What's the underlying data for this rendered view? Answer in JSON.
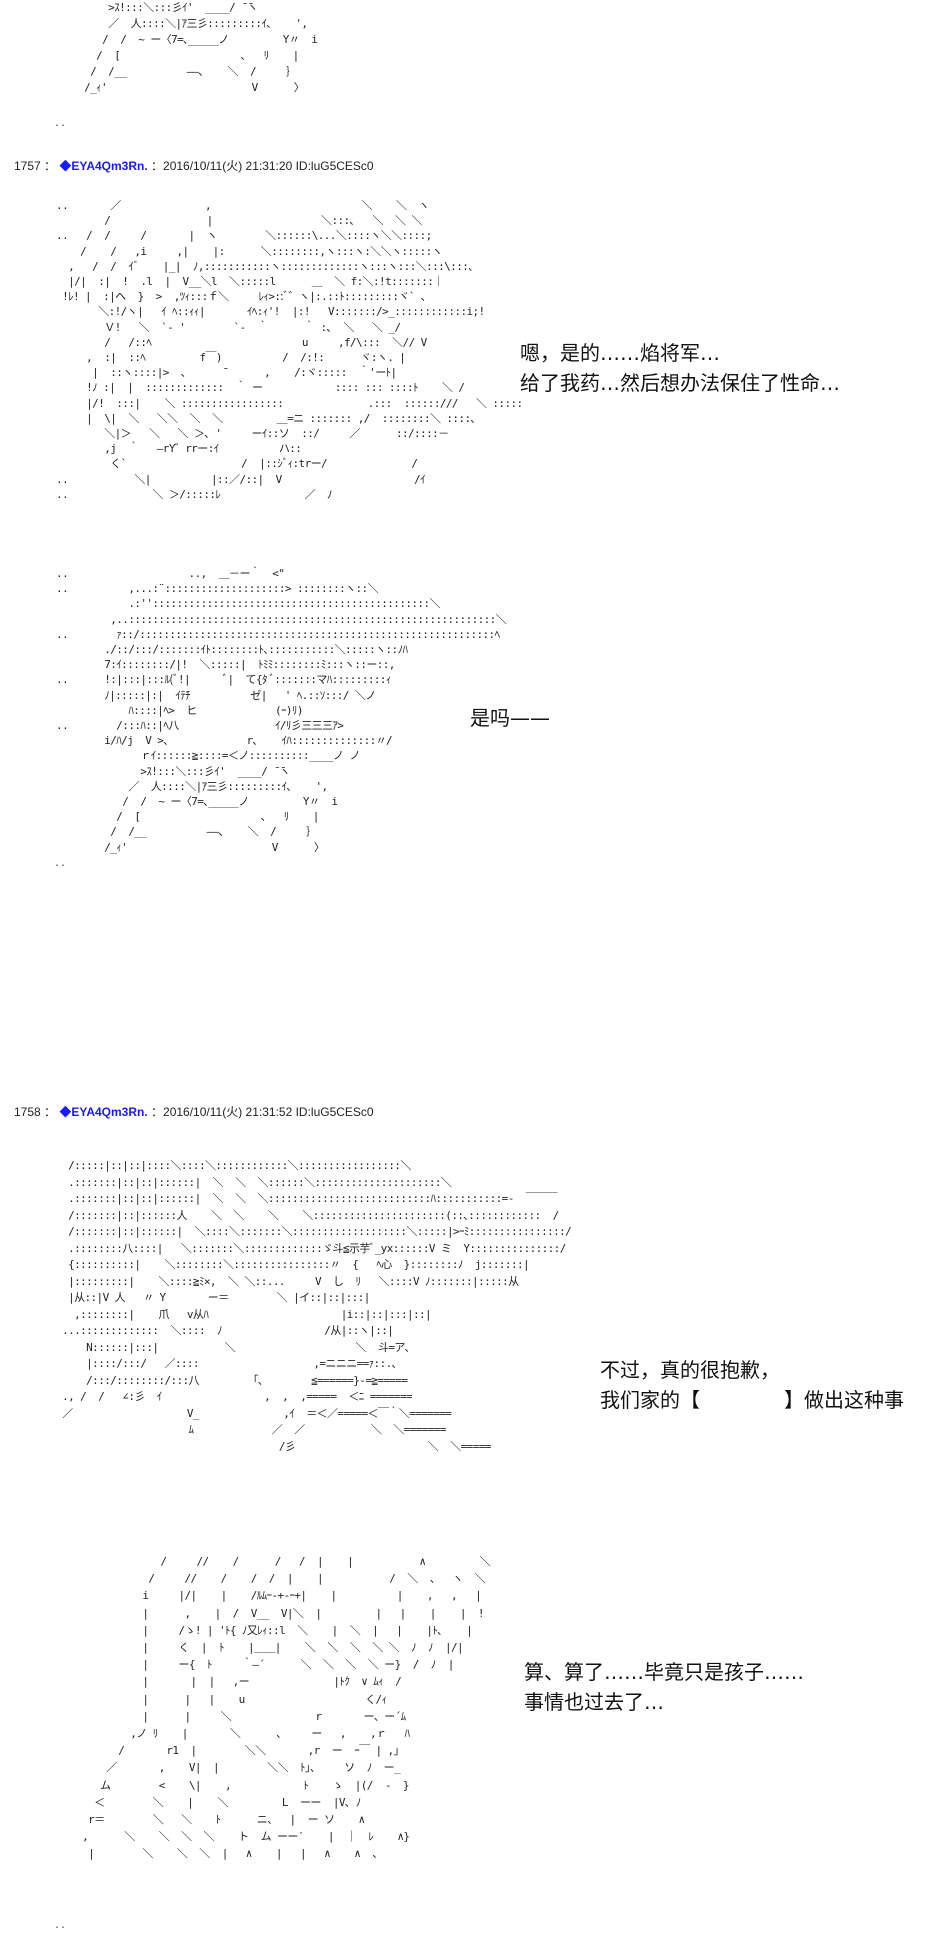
{
  "art": {
    "top_fragment": "        >ｽ!:::＼:::彡ｲ'  ____/ ̄ ̄ヽ\n        ／  人::::＼|ｱ三彡:::::::::ｲ､    ',\n       /  /  ~ ー〈7=､_____ノ         Y〃  i\n      /  [                    ､   ﾘ    |\n     /  /__          ――､    ＼  /     ｝\n    /_ｨ'                        V      〉",
    "face_1757": "  ..       ／              ,                         ＼    ＼  ヽ\n          /                |                  ＼:::､   ＼  ＼ ＼\n  ..   /  /     /       |  ヽ        ＼::::::\\...＼::::ヽ＼＼::::;\n      /    /   ,i     ,|    |:      ＼::::::::,ヽ:::ヽ:＼＼ヽ:::::ヽ\n    ,   /  /  ｲﾞ    |_|  ﾉ,:::::::::::ヽ:::::::::::::ヽ:::ヽ:::＼:::\\:::､ \n    |/|  :|  !  .l  |  V__＼l  ＼:::::l      ＿  ＼ f:＼:!t:::::::｜\n   !ﾚ! |  :|ヘ  }  >  ,ﾂｨ:::ｆ＼     ﾚｨ>::ﾞ゛ヽ|:.::ﾄ:::::::::ヾ` ､\n         ＼:!/ヽ|   ｲ ﾍ::ｨｨ|       ｲﾍ:ｨ'!  |:!   V:::::::/>_::::::::::::i;!\n          Ｖ!   ＼  `- '        `-  ｀      ｀ :､  ＼   ＼ _/\n          /   /::ﾍ                         u     ,f/\\:::  ＼// V\n       ,  :|  ::ﾍ         f￣)          /  /:!:      ヾ:ヽ. |\n        |  ::ヽ::::|>  ､      ̄       ,    /:ヾ:::::  ｀'ーﾄ|\n       !ﾉ :|  |  :::::::::::::  ｀ ー            :::: ::: ::::ﾄ    ＼ /\n       |/!  :::|    ＼ :::::::::::::::::              .:::  ::::::///   ＼ :::::\n       |  \\|  ＼   ＼＼  ＼  ＼         ＿=ニ ::::::: ,/  ::::::::＼ ::::､\n          ＼|＞   ＼   ＼ ＞､ '     ーｲ::ソ  ::/     ／      ::/::::－\n          ,j  ｀   ―rY゛rrー:ｲ          ハ::\n           く`                   /  |::ｼﾞｨ:trー/              /\n  ..           ＼|          |::／/::|  V                      /ｲ\n  ..              ＼ ＞/:::::ﾚ              ／  ﾉ",
    "face_small": "  ..                    ..,  ＿－ー｀  <\"\n  ..          ,...:¨::::::::::::::::::::> ::::::::ヽ::＼\n              .:''::::::::::::::::::::::::::::::::::::::::::::::＼\n           ,..:::::::::::::::::::::::::::::::::::::::::::::::::::::::::::::＼\n  ..        ｧ::/:::::::::::::::::::::::::::::::::::::::::::::::::::::::::::ﾍ\n          ./::/:::/:::::::ｲﾄ::::::::ﾄ､:::::::::::＼:::::ヽ::ﾉﾊ\n          7:ｲ::::::::/|!  ＼:::::|  ﾄﾐﾐ::::::::ﾐ:::ヽ::ー::,\n  ..      !:|:::|:::ﾙ(ﾞ!|      ﾞ|  て{ﾀ ﾞ:::::::マﾊ:::::::::ｨ\n          ﾉ|:::::|:|  ｲﾃﾁ          ゼ|   ' ﾍ.::ｿ:::/ ＼ノ\n              ﾊ::::|ﾍ>  ヒ             (ｰ)ﾘ)\n  ..        /:::ﾊ::|ﾍ八                ｲ/ﾘ彡三三三ｱ>\n          i/ﾊ/j  V >､             r､    ｲﾊ::::::::::::::〃/\n                ｒｲ::::::≧::::=＜ノ::::::::::____ノ ノ\n                >ｽ!:::＼:::彡ｲ'  ____/ ̄ ̄ヽ\n              ／  人::::＼|ｱ三彡:::::::::ｲ､    ',\n             /  /  ~ ー〈7=､_____ノ         Y〃  i\n            /  [                    ､   ﾘ    |\n           /  /__          ――､    ＼  /     ｝\n          /_ｨ'                        V      〉",
    "face_1758": "    /:::::|::|::|::::＼::::＼::::::::::::＼:::::::::::::::::＼\n    .:::::::|::|::|::::::|  ＼  ＼  ＼::::::＼:::::::::::::::::::::＼\n    .:::::::|::|::|::::::|  ＼  ＼  ＼:::::::::::::::::::::::::::ﾊ:::::::::::=-  ￣￣￣\n    /:::::::|::|::::::人    ＼  ＼    ＼    ＼::::::::::::::::::::::(::､::::::::::::  /\n    /:::::::|::|::::::|  ＼::::＼:::::::＼:::::::::::::::::::＼:::::|>ｰﾐ::::::::::::::::/\n    .::::::::八::::|   ＼:::::::＼:::::::::::::ゞ斗≦示芋ﾞ_yx::::::V ミ  Y:::::::::::::::/\n    {::::::::::|    ＼::::::::＼::::::::::::::::〃  {   ﾍ心  }::::::::ﾉ  j:::::::|\n    |:::::::::|    ＼::::≧ﾐ×,  ＼ ＼::...     V  し  ﾘ   ＼::::V ﾉ:::::::|:::::从\n    |从::|V 人   〃 Y       ー＝        ＼ |イ::|::|:::|\n     ,::::::::|    爪   v从ﾊ                      |i::|::|:::|::|\n   ...:::::::::::::  ＼::::  ﾉ                 /从|::ヽ|::|\n       N::::::|:::|           ＼                    ＼  斗=ア､\n       |::::/:::/   ／::::                   ,=ニニニ==ｧ::.､\n       /:::/::::::::/:::八         ｢､        ≦======}-=≧=====\n   ., /  /   ∠:彡  ｲ                 ,  ,  ,=====  ＜ﾆ =======\n   ／                   V_              ,ｲ  ＝＜／=====＜￣｀＼=======\n                        ﾑ             ／  ／           ＼  ＼=======\n                                       /彡                      ＼  ＼=====",
    "face_last": "                 /     //    /      /   /  |    |           ∧         ＼\n               /     //    /    /  /  |    |           /  ＼  、  ヽ  ＼\n              i     |/|    |    /ﾙﾑｰ-+-ｰ+|    |          |    ,   ,   |\n              |      ,    |  /  V__  V|＼  |         |   |    |    |  !\n              |     /ゝ! | 'ﾄ{ ﾉ又ﾚｨ::l  ＼    |  ＼  |   |    |ﾄ､    |\n              |     く  |  ﾄ    |＿＿|    ＼  ＼  ＼  ＼ ＼  ﾉ  ﾉ  |/|\n              |     ー{  ﾄ     ｀―´      ＼  ＼  ＼  ＼ ー}  /  ﾉ  |\n              |       |  |   ,ー              |ﾄｸ  ∨ ﾑｨ  /\n              |      |   |    u                    く/ｨ\n              |      |     ＼              r       ー、ー´ﾑ\n            ,ノ ﾘ    |       ＼      ､     ー   ,    ,ｒ   ﾊ\n          /       r1  |        ＼＼       ,r  ー  ｰ￣ | ,｣\n        ／       ,    V|  |        ＼＼  ﾄ｣、    ソ  ﾉ  ー_\n       ム        <    \\|    ,            ﾄ    ゝ  |(/  -  }\n      ＜        ＼    |    ＼         L  ーー  |V､ ﾉ    \n     r＝        ＼   ＼    ﾄ      ニ、  |  ー ソ    ∧\n    ,      ＼    ＼  ＼  ＼    ト  ム ーー′    |  ｜  ﾚ    ∧}\n     |        ＼    ＼  ＼  |   ∧    |   |   ∧    ∧  、"
  },
  "posts": [
    {
      "num": "1757",
      "separator": "：",
      "author": "EYA4Qm3Rn.",
      "meta": "：2016/10/11(火) 21:31:20 ID:luG5CESc0"
    },
    {
      "num": "1758",
      "separator": "：",
      "author": "EYA4Qm3Rn.",
      "meta": "：2016/10/11(火) 21:31:52 ID:luG5CESc0"
    }
  ],
  "diamond": "◆",
  "dots": "..",
  "dialogue": {
    "d1_line1": "嗯，是的……焰将军…",
    "d1_line2": "给了我药…然后想办法保住了性命…",
    "d2_line1": "是吗——",
    "d3_line1": "不过，真的很抱歉，",
    "d3_line2_a": "我们家的【",
    "d3_line2_b": "】做出这种事",
    "d4_line1": "算、算了……毕竟只是孩子……",
    "d4_line2": "事情也过去了…"
  }
}
